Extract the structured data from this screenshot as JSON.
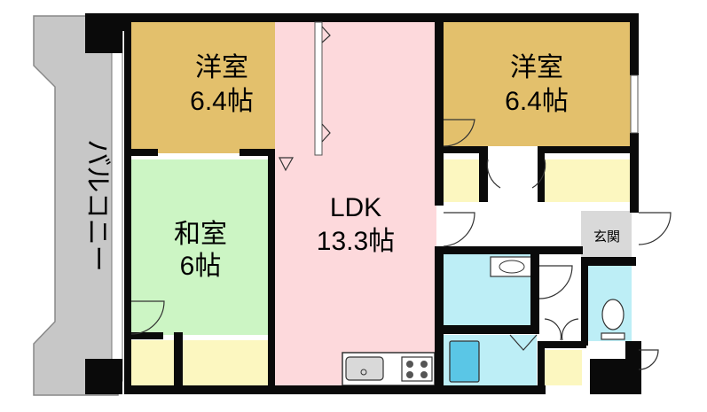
{
  "rooms": {
    "balcony": {
      "label": "バルコニー"
    },
    "western_room_left": {
      "label_line1": "洋室",
      "label_line2": "6.4帖"
    },
    "western_room_right": {
      "label_line1": "洋室",
      "label_line2": "6.4帖"
    },
    "japanese_room": {
      "label_line1": "和室",
      "label_line2": "6帖"
    },
    "ldk": {
      "label_line1": "LDK",
      "label_line2": "13.3帖"
    },
    "entrance": {
      "label": "玄関"
    }
  },
  "colors": {
    "western_room": "#e3c06c",
    "japanese_room": "#ccf5c4",
    "ldk": "#fdd9dc",
    "storage": "#fcf7c0",
    "wet_area": "#bdeef6",
    "balcony": "#c7c7c7",
    "wall": "#0a0a0a"
  }
}
